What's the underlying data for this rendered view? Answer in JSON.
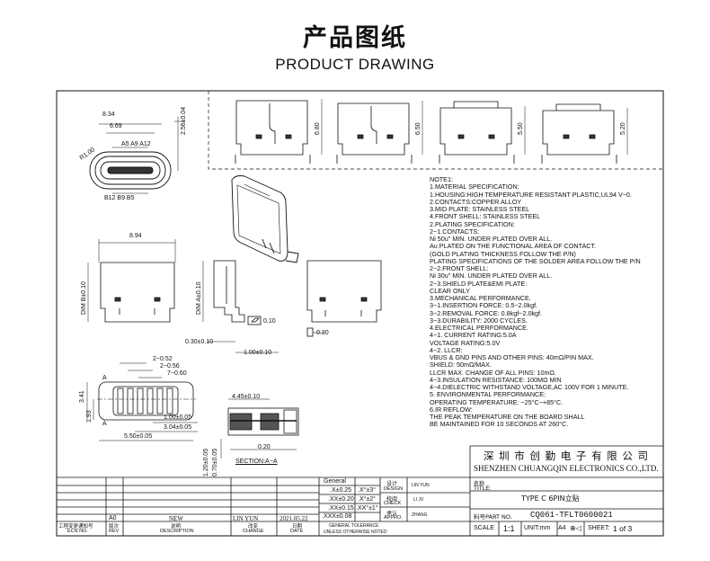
{
  "header": {
    "title_cn": "产品图纸",
    "title_en": "PRODUCT DRAWING"
  },
  "dimensions": {
    "d1": "8.34",
    "d2": "6.69",
    "d3": "2.56±0.04",
    "d4": "R1.00",
    "pin_top": "A5   A9  A12",
    "pin_bot": "B12 B9   B5",
    "h1": "6.80",
    "h2": "6.50",
    "h3": "5.50",
    "h4": "5.20",
    "w894": "8.94",
    "dimB": "DIM B±0.10",
    "dimA": "DIM A±0.10",
    "flat": "0.10",
    "d030": "0.30±0.10",
    "d100": "1.00±0.10",
    "d030b": "0.30",
    "d252": "2−0.52",
    "d256": "2−0.56",
    "d760": "7−0.60",
    "a1": "A",
    "v341": "3.41",
    "v193": "1.93",
    "d105": "1.00±0.05",
    "d304": "3.04±0.05",
    "d550": "5.50±0.05",
    "d445": "4.45±0.10",
    "d120": "1.20±0.05",
    "d070": "0.70±0.05",
    "d020": "0.20",
    "section": "SECTION:A−A"
  },
  "notes": [
    "NOTE1:",
    "1.MATERIAL SPECIFICATION:",
    "  1.HOUSING:HIGH TEMPERATURE RESISTANT PLASTIC,UL94 V−0.",
    "  2.CONTACTS:COPPER ALLOY",
    "  3.MID PLATE: STAINLESS STEEL",
    "  4.FRONT SHELL: STAINLESS STEEL",
    "2.PLATING SPECIFICATION:",
    "  2−1.CONTACTS:",
    "    Ni 50u\" MIN. UNDER PLATED OVER ALL.",
    "    Au PLATED ON THE FUNCTIONAL AREA OF CONTACT.",
    "    (GOLD PLATING THICKNESS FOLLOW THE P/N)",
    "    PLATING SPECIFICATIONS OF THE SOLDER AREA FOLLOW THE P/N",
    "  2−2.FRONT SHELL:",
    "    Ni 30u\" MIN. UNDER PLATED OVER ALL.",
    "2−3.SHIELD PLATE&EMI PLATE:",
    "    CLEAR ONLY",
    "3.MECHANICAL PERFORMANCE.",
    "    3−1.INSERTION FORCE: 0.5~2.0kgf.",
    "    3−2.REMOVAL FORCE: 0.8kgf~2.0kgf.",
    "    3−3.DURABILITY: 2000 CYCLES.",
    "4.ELECTRICAL PERFORMANCE.",
    "  4−1. CURRENT RATING:5.0A",
    "           VOLTAGE RATING:5.0V",
    "  4−2. LLCR:",
    "           VBUS & GND PINS AND OTHER PINS: 40mΩ/PIN MAX.",
    "           SHIELD: 50mΩ/MAX.",
    "           LLCR MAX. CHANGE OF ALL PINS: 10mΩ.",
    "  4−3.INSULATION RESISTANCE: 100MΩ   MIN",
    "  4−4.DIELECTRIC WITHSTAND VOLTAGE,AC 100V FOR 1 MINUTE.",
    "5. ENVIRONMENTAL PERFORMANCE:",
    "   OPERATING TEMPERATURE: −25°C~+85°C.",
    "6.IR REFLOW:",
    "   THE PEAK TEMPERATURE ON THE BOARD SHALL",
    "   BE MAINTAINED FOR 10 SECONDS AT 260°C."
  ],
  "titleblock": {
    "company_cn": "深 圳 市 创 勤 电 子 有 限 公 司",
    "company_en": "SHENZHEN CHUANGQIN ELECTRONICS CO.,LTD.",
    "name_cn": "名称",
    "title_label": "TITLE:",
    "title_value": "TYPE C 6PIN立贴",
    "part_label": "料号PART NO.",
    "part_value": "CQ061-TFLT0600021",
    "scale_label": "SCALE",
    "scale_value": "1:1",
    "unit": "UNIT:mm",
    "sheet_size": "A4",
    "sheet_label": "SHEET:",
    "sheet_value": "1   of   3",
    "general": "General",
    "tol1a": ".X±0.25",
    "tol1b": ".X°±3°",
    "tol2a": ".XX±0.20",
    "tol2b": ".X°±2°",
    "tol3a": ".XX±0.15",
    "tol3b": ".XX°±1°",
    "tol4a": ".XXX±0.08",
    "gt1": "GENERAL TOLERANCE",
    "gt2": "UNLESS OTHERWISE NOTED",
    "design_cn": "设计",
    "design_en": "DESIGN",
    "design_name": "LIN YUN",
    "check_cn": "校阅",
    "check_en": "CHECK",
    "check_name": "LI JV",
    "appro_cn": "承认",
    "appro_en": "APPRO.",
    "appro_name": "ZHANG",
    "ecn_val": "A0",
    "desc_val": "NEW",
    "change_val": "LIN YUN",
    "date_val": "2021.05.22",
    "ecn_cn": "工程变更通知号",
    "ecn_en": "ECN NO.",
    "rev_cn": "版次",
    "rev_en": "REV",
    "desc_cn": "说明",
    "desc_en": "DESCRIPTION",
    "chg_cn": "改变",
    "chg_en": "CHANGE",
    "date_cn": "日期",
    "date_en": "DATE"
  }
}
